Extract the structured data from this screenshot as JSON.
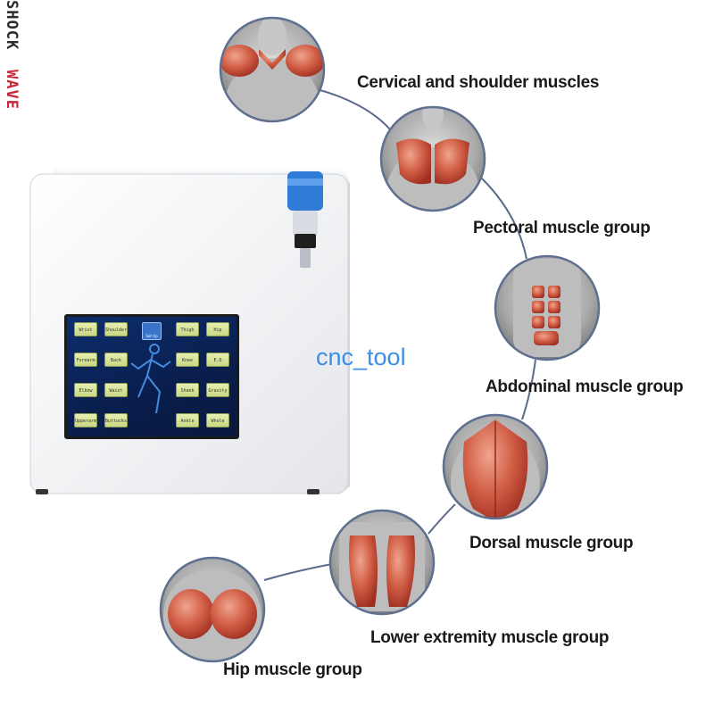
{
  "labels": {
    "cervical": "Cervical and shoulder muscles",
    "pectoral": "Pectoral muscle group",
    "abdominal": "Abdominal muscle group",
    "dorsal": "Dorsal muscle group",
    "lower": "Lower extremity muscle group",
    "hip": "Hip muscle group"
  },
  "device": {
    "brand_top": "SHOCK",
    "brand_bottom": "WAVE",
    "screen_buttons_left": [
      [
        "Wrist",
        "Shoulder"
      ],
      [
        "Forearm",
        "Back"
      ],
      [
        "Elbow",
        "Waist"
      ],
      [
        "Upperarm",
        "Buttocks"
      ]
    ],
    "screen_buttons_right": [
      [
        "Thigh",
        "Hip"
      ],
      [
        "Knee",
        "E.D"
      ],
      [
        "Shank",
        "Gravity"
      ],
      [
        "Ankle",
        "Whole"
      ]
    ],
    "center_button": "Set Up"
  },
  "watermark": "cnc_tool",
  "colors": {
    "connector_line": "#5b6a8c",
    "circle_border": "#5e6f8f",
    "muscle": "#c8503a",
    "screen_bg": "#0d2e6e",
    "brand_top": "#2a2a2a",
    "brand_bottom": "#c8283a",
    "watermark": "#3b8fe6"
  }
}
